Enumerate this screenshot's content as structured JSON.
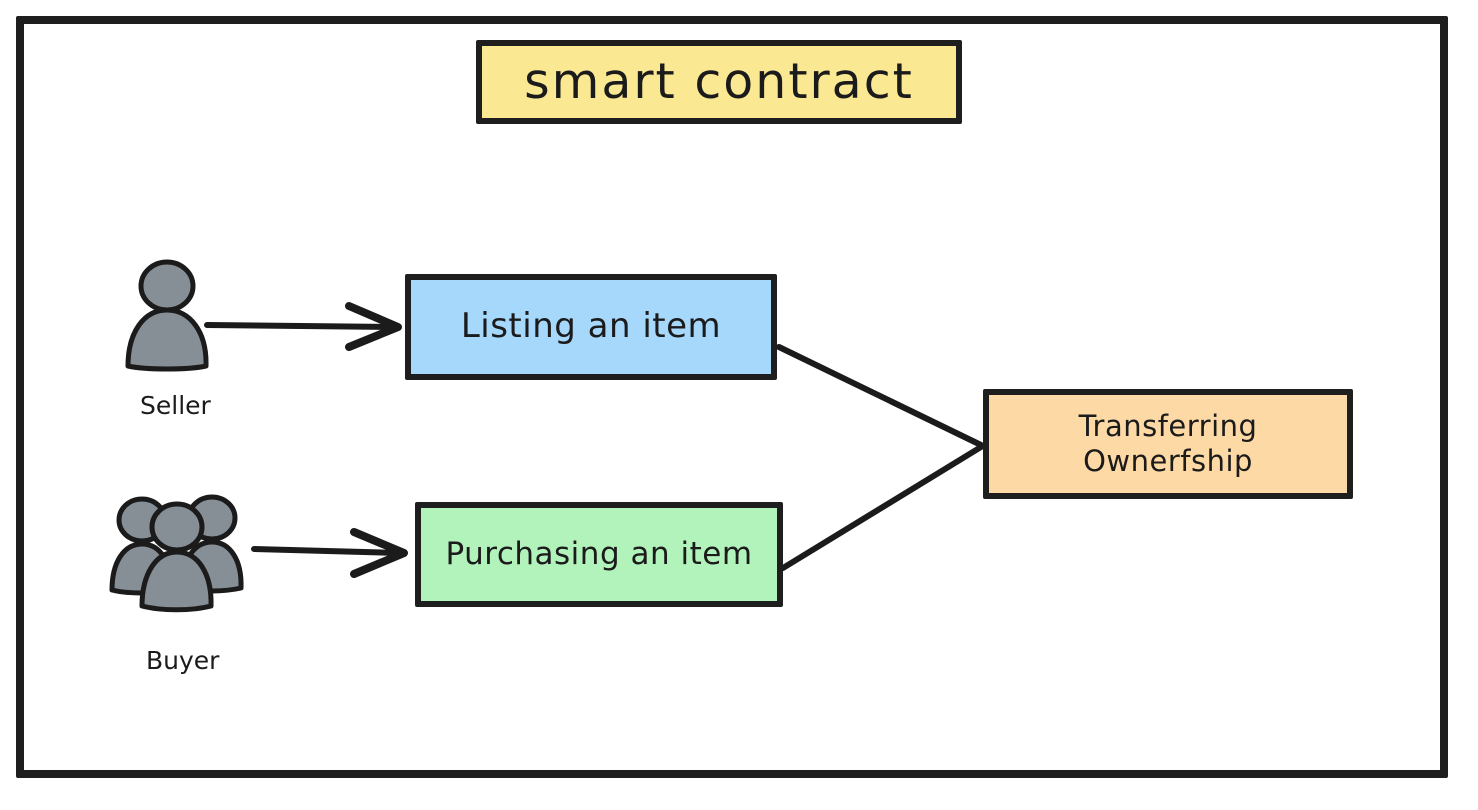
{
  "diagram": {
    "title_box": {
      "text": "smart contract",
      "fill": "#fbe892",
      "stroke": "#1e1e1e"
    },
    "nodes": [
      {
        "id": "listing",
        "text": "Listing an item",
        "fill": "#a6d8fb",
        "stroke": "#1e1e1e"
      },
      {
        "id": "purchasing",
        "text": "Purchasing an item",
        "fill": "#b2f2bb",
        "stroke": "#1e1e1e"
      },
      {
        "id": "transfer",
        "text": "Transferring\nOwnerfship",
        "fill": "#fdd9a5",
        "stroke": "#1e1e1e"
      }
    ],
    "actors": [
      {
        "id": "seller",
        "label": "Seller",
        "icon": "single-person-icon",
        "count": 1,
        "fill": "#868e96"
      },
      {
        "id": "buyer",
        "label": "Buyer",
        "icon": "people-group-icon",
        "count": 3,
        "fill": "#868e96"
      }
    ],
    "connections": [
      {
        "from": "seller",
        "to": "listing",
        "style": "arrow"
      },
      {
        "from": "buyer",
        "to": "purchasing",
        "style": "arrow"
      },
      {
        "from": "listing",
        "to": "transfer",
        "style": "line"
      },
      {
        "from": "purchasing",
        "to": "transfer",
        "style": "line"
      }
    ],
    "frame": {
      "stroke": "#1e1e1e",
      "background": "#ffffff"
    }
  }
}
